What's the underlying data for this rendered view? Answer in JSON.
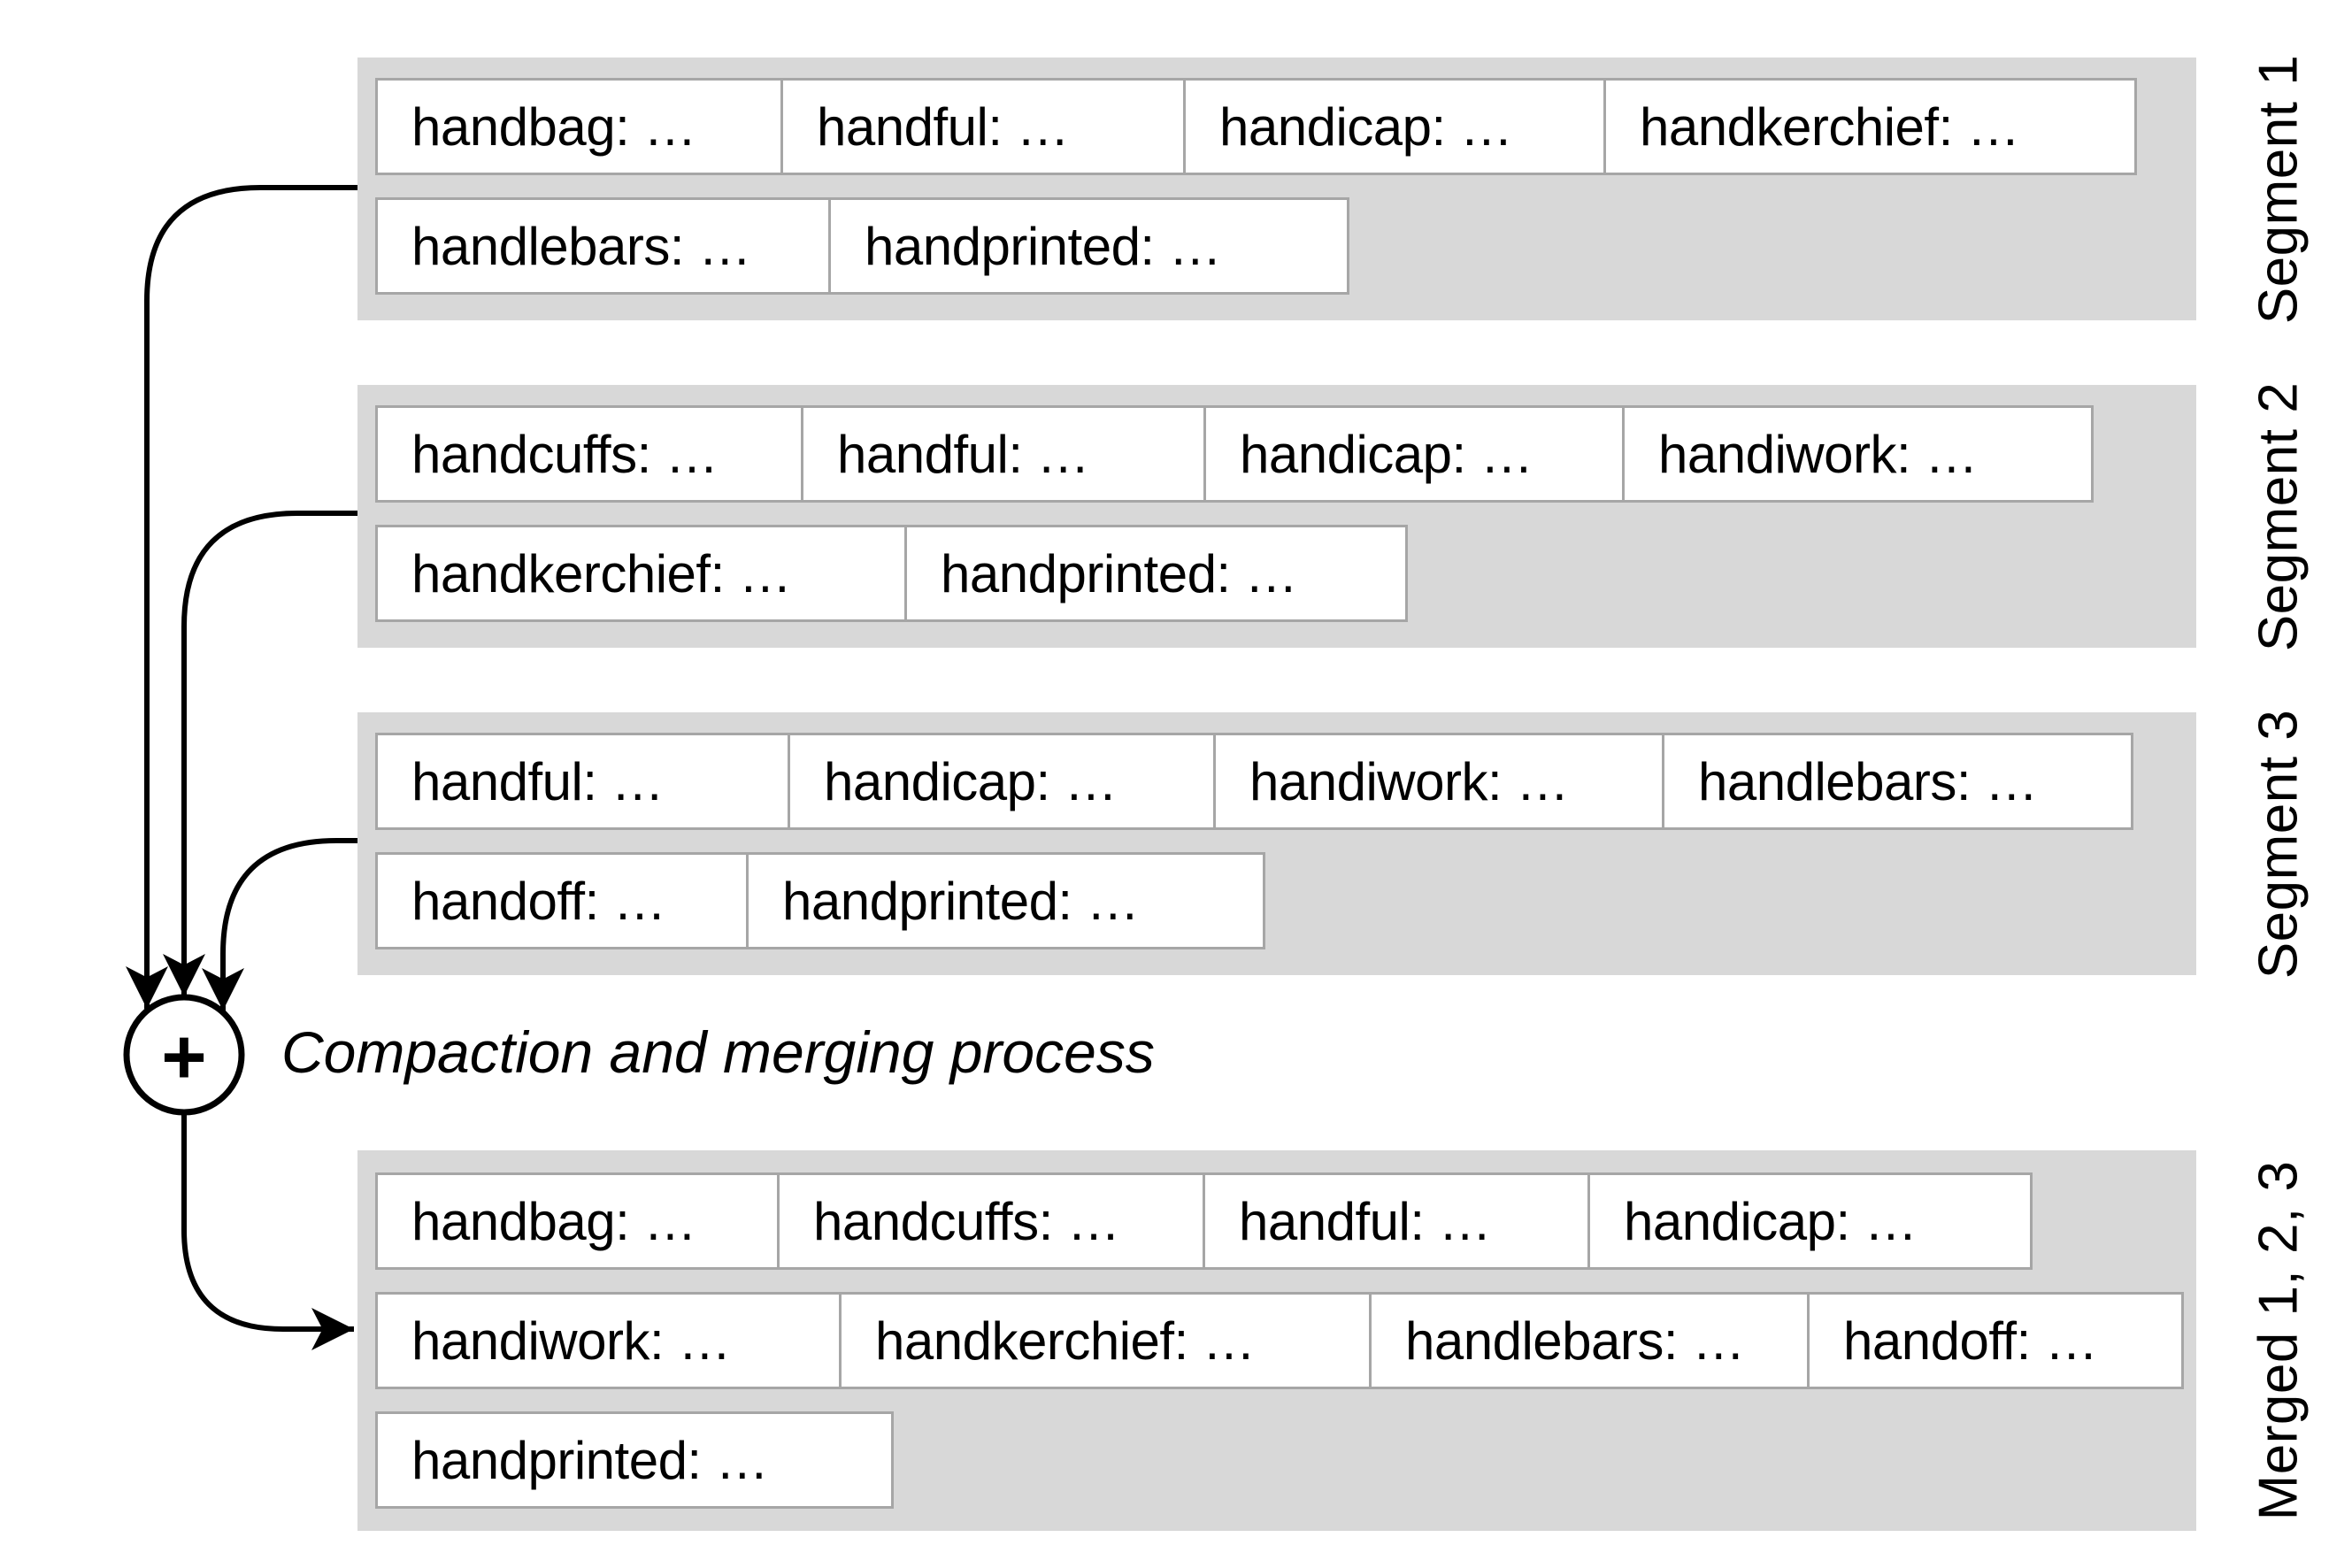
{
  "panels": [
    {
      "label": "Segment 1",
      "rows": [
        {
          "terms": [
            "handbag: …",
            "handful: …",
            "handicap: …",
            "handkerchief: …"
          ]
        },
        {
          "terms": [
            "handlebars: …",
            "handprinted: …"
          ]
        }
      ]
    },
    {
      "label": "Segment 2",
      "rows": [
        {
          "terms": [
            "handcuffs: …",
            "handful: …",
            "handicap: …",
            "handiwork: …"
          ]
        },
        {
          "terms": [
            "handkerchief: …",
            "handprinted: …"
          ]
        }
      ]
    },
    {
      "label": "Segment 3",
      "rows": [
        {
          "terms": [
            "handful: …",
            "handicap: …",
            "handiwork: …",
            "handlebars: …"
          ]
        },
        {
          "terms": [
            "handoff: …",
            "handprinted: …"
          ]
        }
      ]
    },
    {
      "label": "Merged 1, 2, 3",
      "rows": [
        {
          "terms": [
            "handbag: …",
            "handcuffs: …",
            "handful: …",
            "handicap: …"
          ]
        },
        {
          "terms": [
            "handiwork: …",
            "handkerchief: …",
            "handlebars: …",
            "handoff: …"
          ]
        },
        {
          "terms": [
            "handprinted: …"
          ]
        }
      ]
    }
  ],
  "process": {
    "plus_symbol": "+",
    "label": "Compaction and merging process"
  },
  "colors": {
    "panel_bg": "#d8d8d8",
    "box_border": "#a6a6a6",
    "box_bg": "#ffffff",
    "line": "#000000",
    "text": "#000000"
  }
}
